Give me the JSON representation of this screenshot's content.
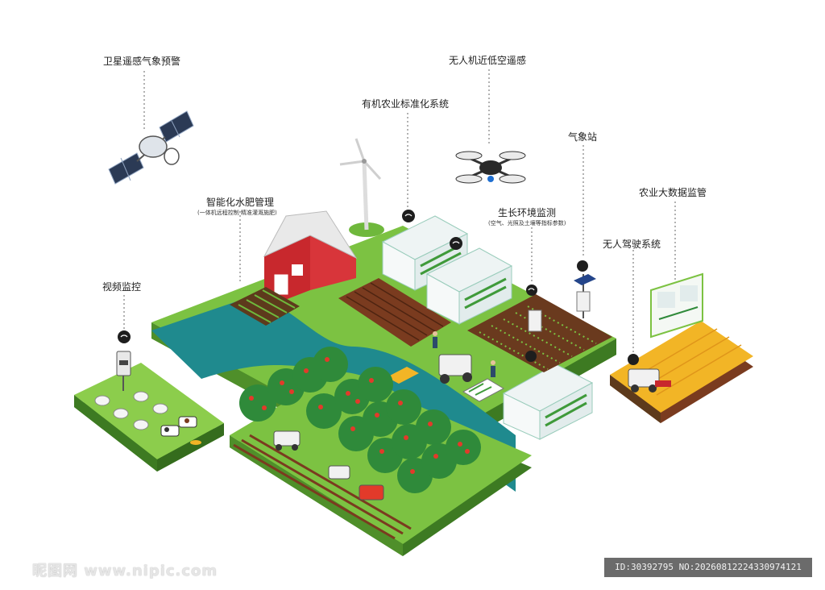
{
  "labels": {
    "satellite": "卫星遥感气象预警",
    "drone": "无人机近低空遥感",
    "organic": "有机农业标准化系统",
    "weather_station": "气象站",
    "fertigation": "智能化水肥管理",
    "fertigation_sub": "(一体机远程控制 精准灌溉施肥)",
    "growth_env": "生长环境监测",
    "growth_env_sub": "(空气、光照及土壤等指标参数)",
    "big_data": "农业大数据监管",
    "video": "视频监控",
    "autonomous": "无人驾驶系统"
  },
  "watermark": {
    "site": "昵图网 www.nipic.com",
    "id": "ID:30392795 NO:20260812224330974121"
  },
  "colors": {
    "grass": "#7cc242",
    "grass_dark": "#4f8f2a",
    "water": "#1f8a8e",
    "soil": "#7a3b1f",
    "wheat": "#f2b526",
    "barn": "#d8353a",
    "tree": "#2f8a3a",
    "apple": "#e23a2a"
  }
}
